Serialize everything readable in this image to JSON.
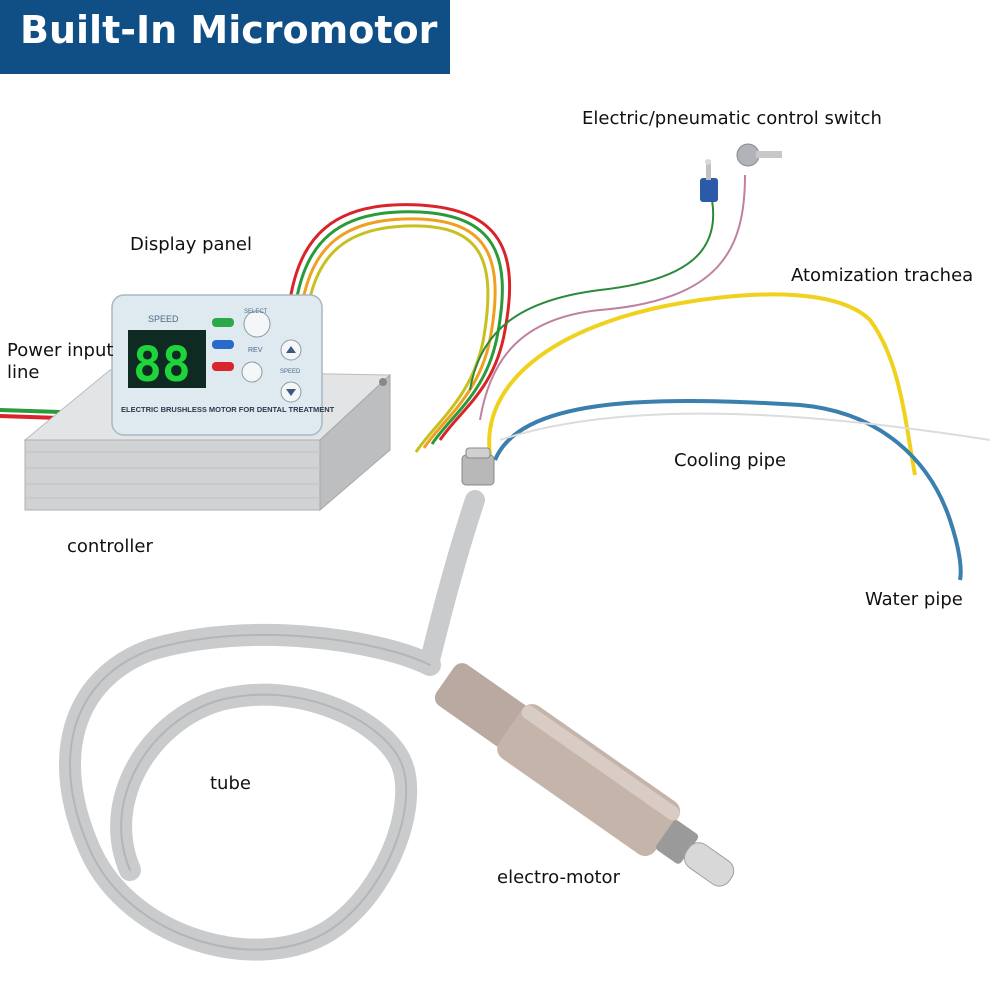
{
  "banner": {
    "title": "Built-In Micromotor"
  },
  "labels": {
    "switch": "Electric/pneumatic control switch",
    "display": "Display panel",
    "power_line_1": "Power input",
    "power_line_2": "line",
    "atomization": "Atomization trachea",
    "cooling": "Cooling pipe",
    "controller": "controller",
    "water": "Water pipe",
    "tube": "tube",
    "motor": "electro-motor"
  },
  "panel": {
    "speed_label": "SPEED",
    "digits": "88",
    "footer": "ELECTRIC BRUSHLESS MOTOR FOR DENTAL TREATMENT",
    "select_label": "SELECT",
    "rev_label": "REV",
    "speed_side": "SPEED"
  },
  "colors": {
    "banner": "#0f4f86",
    "yellow_wire": "#f0d21e",
    "blue_wire": "#3a7fae",
    "tube": "#c9cbcc",
    "display_digits": "#1fd43a"
  }
}
